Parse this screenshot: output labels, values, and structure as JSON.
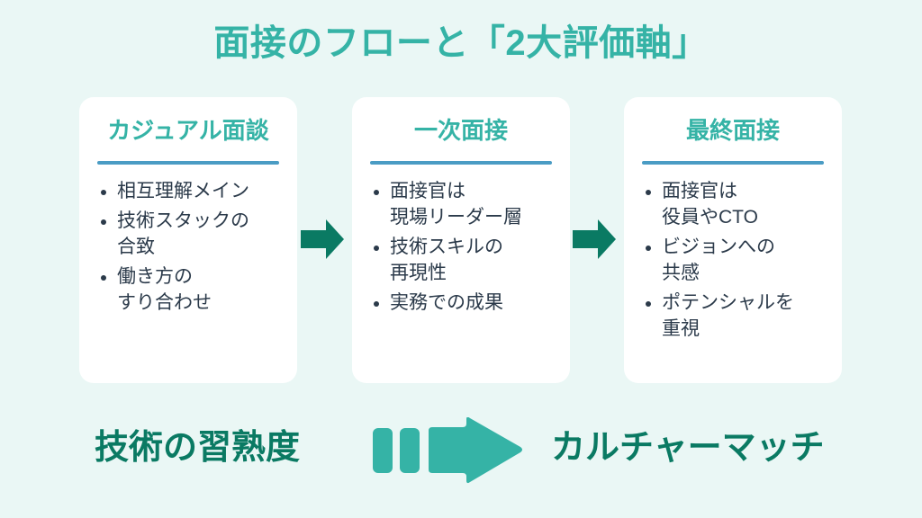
{
  "slide": {
    "title": "面接のフローと「2大評価軸」",
    "background_color": "#eaf7f5",
    "accent_color": "#35b3a6",
    "deep_accent_color": "#0a7a63",
    "divider_color": "#4a9cc4",
    "body_text_color": "#2b3a4a",
    "card_background": "#ffffff"
  },
  "cards": [
    {
      "heading": "カジュアル面談",
      "bullets": [
        "相互理解メイン",
        "技術スタックの\n合致",
        "働き方の\nすり合わせ"
      ]
    },
    {
      "heading": "一次面接",
      "bullets": [
        "面接官は\n現場リーダー層",
        "技術スキルの\n再現性",
        "実務での成果"
      ]
    },
    {
      "heading": "最終面接",
      "bullets": [
        "面接官は\n役員やCTO",
        "ビジョンへの\n共感",
        "ポテンシャルを\n重視"
      ]
    }
  ],
  "step_arrows": [
    {
      "icon": "right-arrow-icon",
      "color": "#0a7a63"
    },
    {
      "icon": "right-arrow-icon",
      "color": "#0a7a63"
    }
  ],
  "axis": {
    "left_label": "技術の習熟度",
    "right_label": "カルチャーマッチ",
    "arrow_icon": "dashed-right-arrow-icon",
    "arrow_color": "#35b3a6"
  }
}
